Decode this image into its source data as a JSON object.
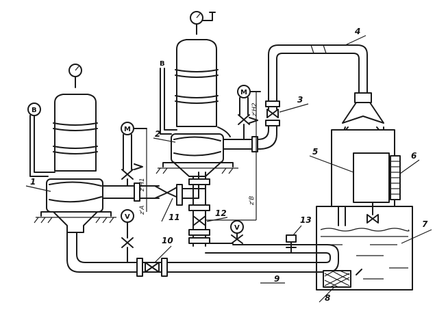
{
  "labels": {
    "n1": "1",
    "n2": "2",
    "n3": "3",
    "n4": "4",
    "n5": "5",
    "n6": "6",
    "n7": "7",
    "n8": "8",
    "n9": "9",
    "n10": "10",
    "n11": "11",
    "n12": "12",
    "n13": "13"
  },
  "circle_marks": {
    "left_b": "B",
    "motor_left": "M",
    "motor_right": "M",
    "v_left": "V",
    "v_right": "V"
  },
  "plain_marks": {
    "right_b": "B"
  },
  "dimensions": {
    "z_h1": "z'H1",
    "z_h2": "z'H2",
    "z_b": "z'B",
    "z_a": "z'A"
  }
}
